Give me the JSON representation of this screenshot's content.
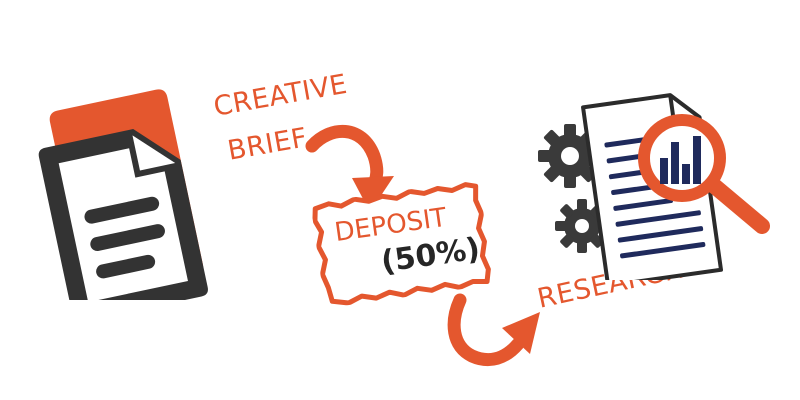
{
  "steps": [
    {
      "label_lines": [
        "CREATIVE",
        "BRIEF"
      ],
      "icon": "document-stack-icon"
    },
    {
      "label": "DEPOSIT",
      "sub_label": "(50%)",
      "icon": "torn-paper-frame"
    },
    {
      "label": "RESEARCH",
      "icon": "report-magnifier-gears-icon"
    }
  ],
  "connectors": [
    "curved-arrow-icon",
    "curved-arrow-icon"
  ],
  "colors": {
    "accent": "#e4572e",
    "dark": "#333333",
    "navy": "#1f2a5c",
    "gear": "#3a3a3a",
    "paper": "#ffffff"
  }
}
